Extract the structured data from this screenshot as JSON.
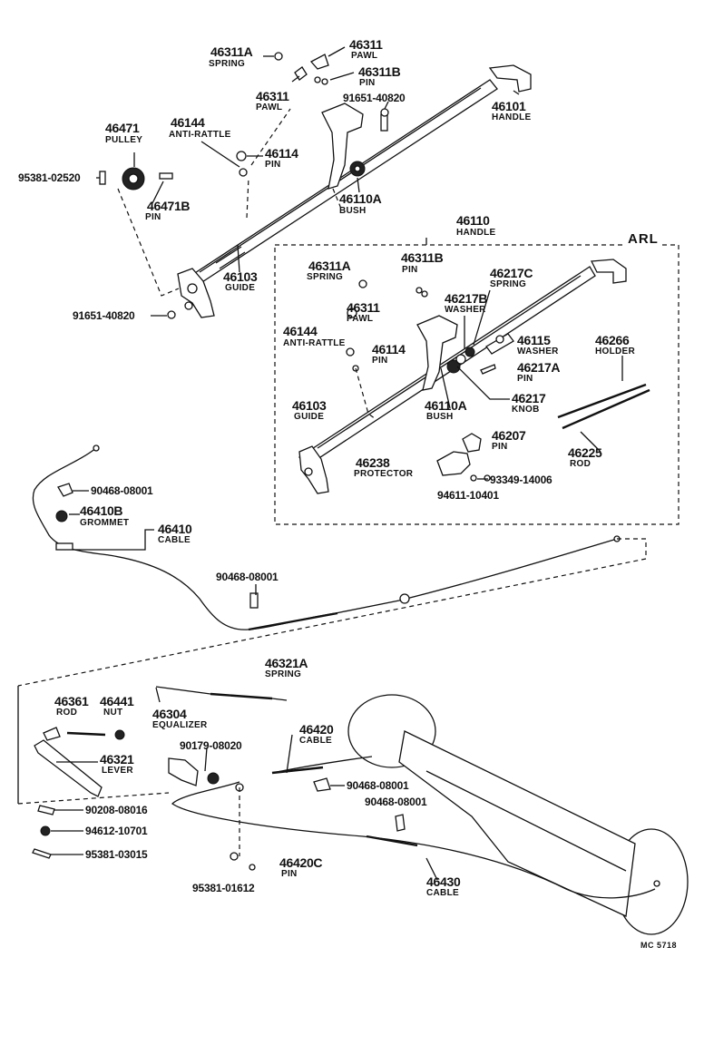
{
  "arl_label": "ARL",
  "footer_code": "MC 5718",
  "parts": [
    {
      "id": "p1",
      "number": "46311A",
      "name": "SPRING"
    },
    {
      "id": "p2",
      "number": "46311",
      "name": "PAWL"
    },
    {
      "id": "p3",
      "number": "46311B",
      "name": "PIN"
    },
    {
      "id": "p4",
      "number": "46311",
      "name": "PAWL"
    },
    {
      "id": "p5",
      "number": "91651-40820",
      "name": ""
    },
    {
      "id": "p6",
      "number": "46101",
      "name": "HANDLE"
    },
    {
      "id": "p7",
      "number": "46471",
      "name": "PULLEY"
    },
    {
      "id": "p8",
      "number": "46144",
      "name": "ANTI-RATTLE"
    },
    {
      "id": "p9",
      "number": "46114",
      "name": "PIN"
    },
    {
      "id": "p10",
      "number": "95381-02520",
      "name": ""
    },
    {
      "id": "p11",
      "number": "46471B",
      "name": "PIN"
    },
    {
      "id": "p12",
      "number": "46110A",
      "name": "BUSH"
    },
    {
      "id": "p13",
      "number": "46110",
      "name": "HANDLE"
    },
    {
      "id": "p14",
      "number": "46103",
      "name": "GUIDE"
    },
    {
      "id": "p15",
      "number": "91651-40820",
      "name": ""
    },
    {
      "id": "p16",
      "number": "46311A",
      "name": "SPRING"
    },
    {
      "id": "p17",
      "number": "46311B",
      "name": "PIN"
    },
    {
      "id": "p18",
      "number": "46217C",
      "name": "SPRING"
    },
    {
      "id": "p19",
      "number": "46311",
      "name": "PAWL"
    },
    {
      "id": "p20",
      "number": "46217B",
      "name": "WASHER"
    },
    {
      "id": "p21",
      "number": "46144",
      "name": "ANTI-RATTLE"
    },
    {
      "id": "p22",
      "number": "46114",
      "name": "PIN"
    },
    {
      "id": "p23",
      "number": "46115",
      "name": "WASHER"
    },
    {
      "id": "p24",
      "number": "46266",
      "name": "HOLDER"
    },
    {
      "id": "p25",
      "number": "46217A",
      "name": "PIN"
    },
    {
      "id": "p26",
      "number": "46103",
      "name": "GUIDE"
    },
    {
      "id": "p27",
      "number": "46110A",
      "name": "BUSH"
    },
    {
      "id": "p28",
      "number": "46217",
      "name": "KNOB"
    },
    {
      "id": "p29",
      "number": "46207",
      "name": "PIN"
    },
    {
      "id": "p30",
      "number": "46225",
      "name": "ROD"
    },
    {
      "id": "p31",
      "number": "46238",
      "name": "PROTECTOR"
    },
    {
      "id": "p32",
      "number": "93349-14006",
      "name": ""
    },
    {
      "id": "p33",
      "number": "94611-10401",
      "name": ""
    },
    {
      "id": "p34",
      "number": "90468-08001",
      "name": ""
    },
    {
      "id": "p35",
      "number": "46410B",
      "name": "GROMMET"
    },
    {
      "id": "p36",
      "number": "46410",
      "name": "CABLE"
    },
    {
      "id": "p37",
      "number": "90468-08001",
      "name": ""
    },
    {
      "id": "p38",
      "number": "46321A",
      "name": "SPRING"
    },
    {
      "id": "p39",
      "number": "46361",
      "name": "ROD"
    },
    {
      "id": "p40",
      "number": "46441",
      "name": "NUT"
    },
    {
      "id": "p41",
      "number": "46304",
      "name": "EQUALIZER"
    },
    {
      "id": "p42",
      "number": "46420",
      "name": "CABLE"
    },
    {
      "id": "p43",
      "number": "90179-08020",
      "name": ""
    },
    {
      "id": "p44",
      "number": "46321",
      "name": "LEVER"
    },
    {
      "id": "p45",
      "number": "90468-08001",
      "name": ""
    },
    {
      "id": "p46",
      "number": "90468-08001",
      "name": ""
    },
    {
      "id": "p47",
      "number": "90208-08016",
      "name": ""
    },
    {
      "id": "p48",
      "number": "94612-10701",
      "name": ""
    },
    {
      "id": "p49",
      "number": "95381-03015",
      "name": ""
    },
    {
      "id": "p50",
      "number": "46420C",
      "name": "PIN"
    },
    {
      "id": "p51",
      "number": "95381-01612",
      "name": ""
    },
    {
      "id": "p52",
      "number": "46430",
      "name": "CABLE"
    }
  ]
}
